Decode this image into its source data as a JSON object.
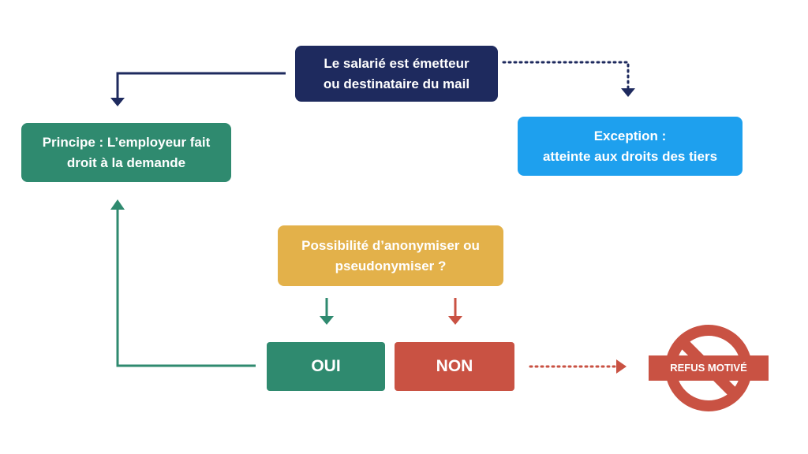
{
  "colors": {
    "navy": "#1e2a5e",
    "green": "#2f8a6f",
    "blue": "#1ea0ee",
    "yellow": "#e3b14a",
    "red": "#c95243"
  },
  "nodes": {
    "source": {
      "line1": "Le salarié est émetteur",
      "line2": "ou destinataire du mail"
    },
    "principe": {
      "line1": "Principe : L’employeur fait",
      "line2": "droit à la demande"
    },
    "exception": {
      "line1": "Exception :",
      "line2": "atteinte aux droits des tiers"
    },
    "question": {
      "line1": "Possibilité d’anonymiser ou",
      "line2": "pseudonymiser ?"
    },
    "oui": {
      "label": "OUI"
    },
    "non": {
      "label": "NON"
    },
    "refus": {
      "label": "REFUS MOTIVÉ",
      "icon": "prohibited-icon"
    }
  },
  "edges": [
    {
      "from": "source",
      "to": "principe",
      "style": "solid",
      "color": "navy"
    },
    {
      "from": "source",
      "to": "exception",
      "style": "dotted",
      "color": "navy"
    },
    {
      "from": "question",
      "to": "oui",
      "style": "solid",
      "color": "green"
    },
    {
      "from": "question",
      "to": "non",
      "style": "solid",
      "color": "red"
    },
    {
      "from": "oui",
      "to": "principe",
      "style": "solid",
      "color": "green"
    },
    {
      "from": "non",
      "to": "refus",
      "style": "dotted",
      "color": "red"
    }
  ]
}
